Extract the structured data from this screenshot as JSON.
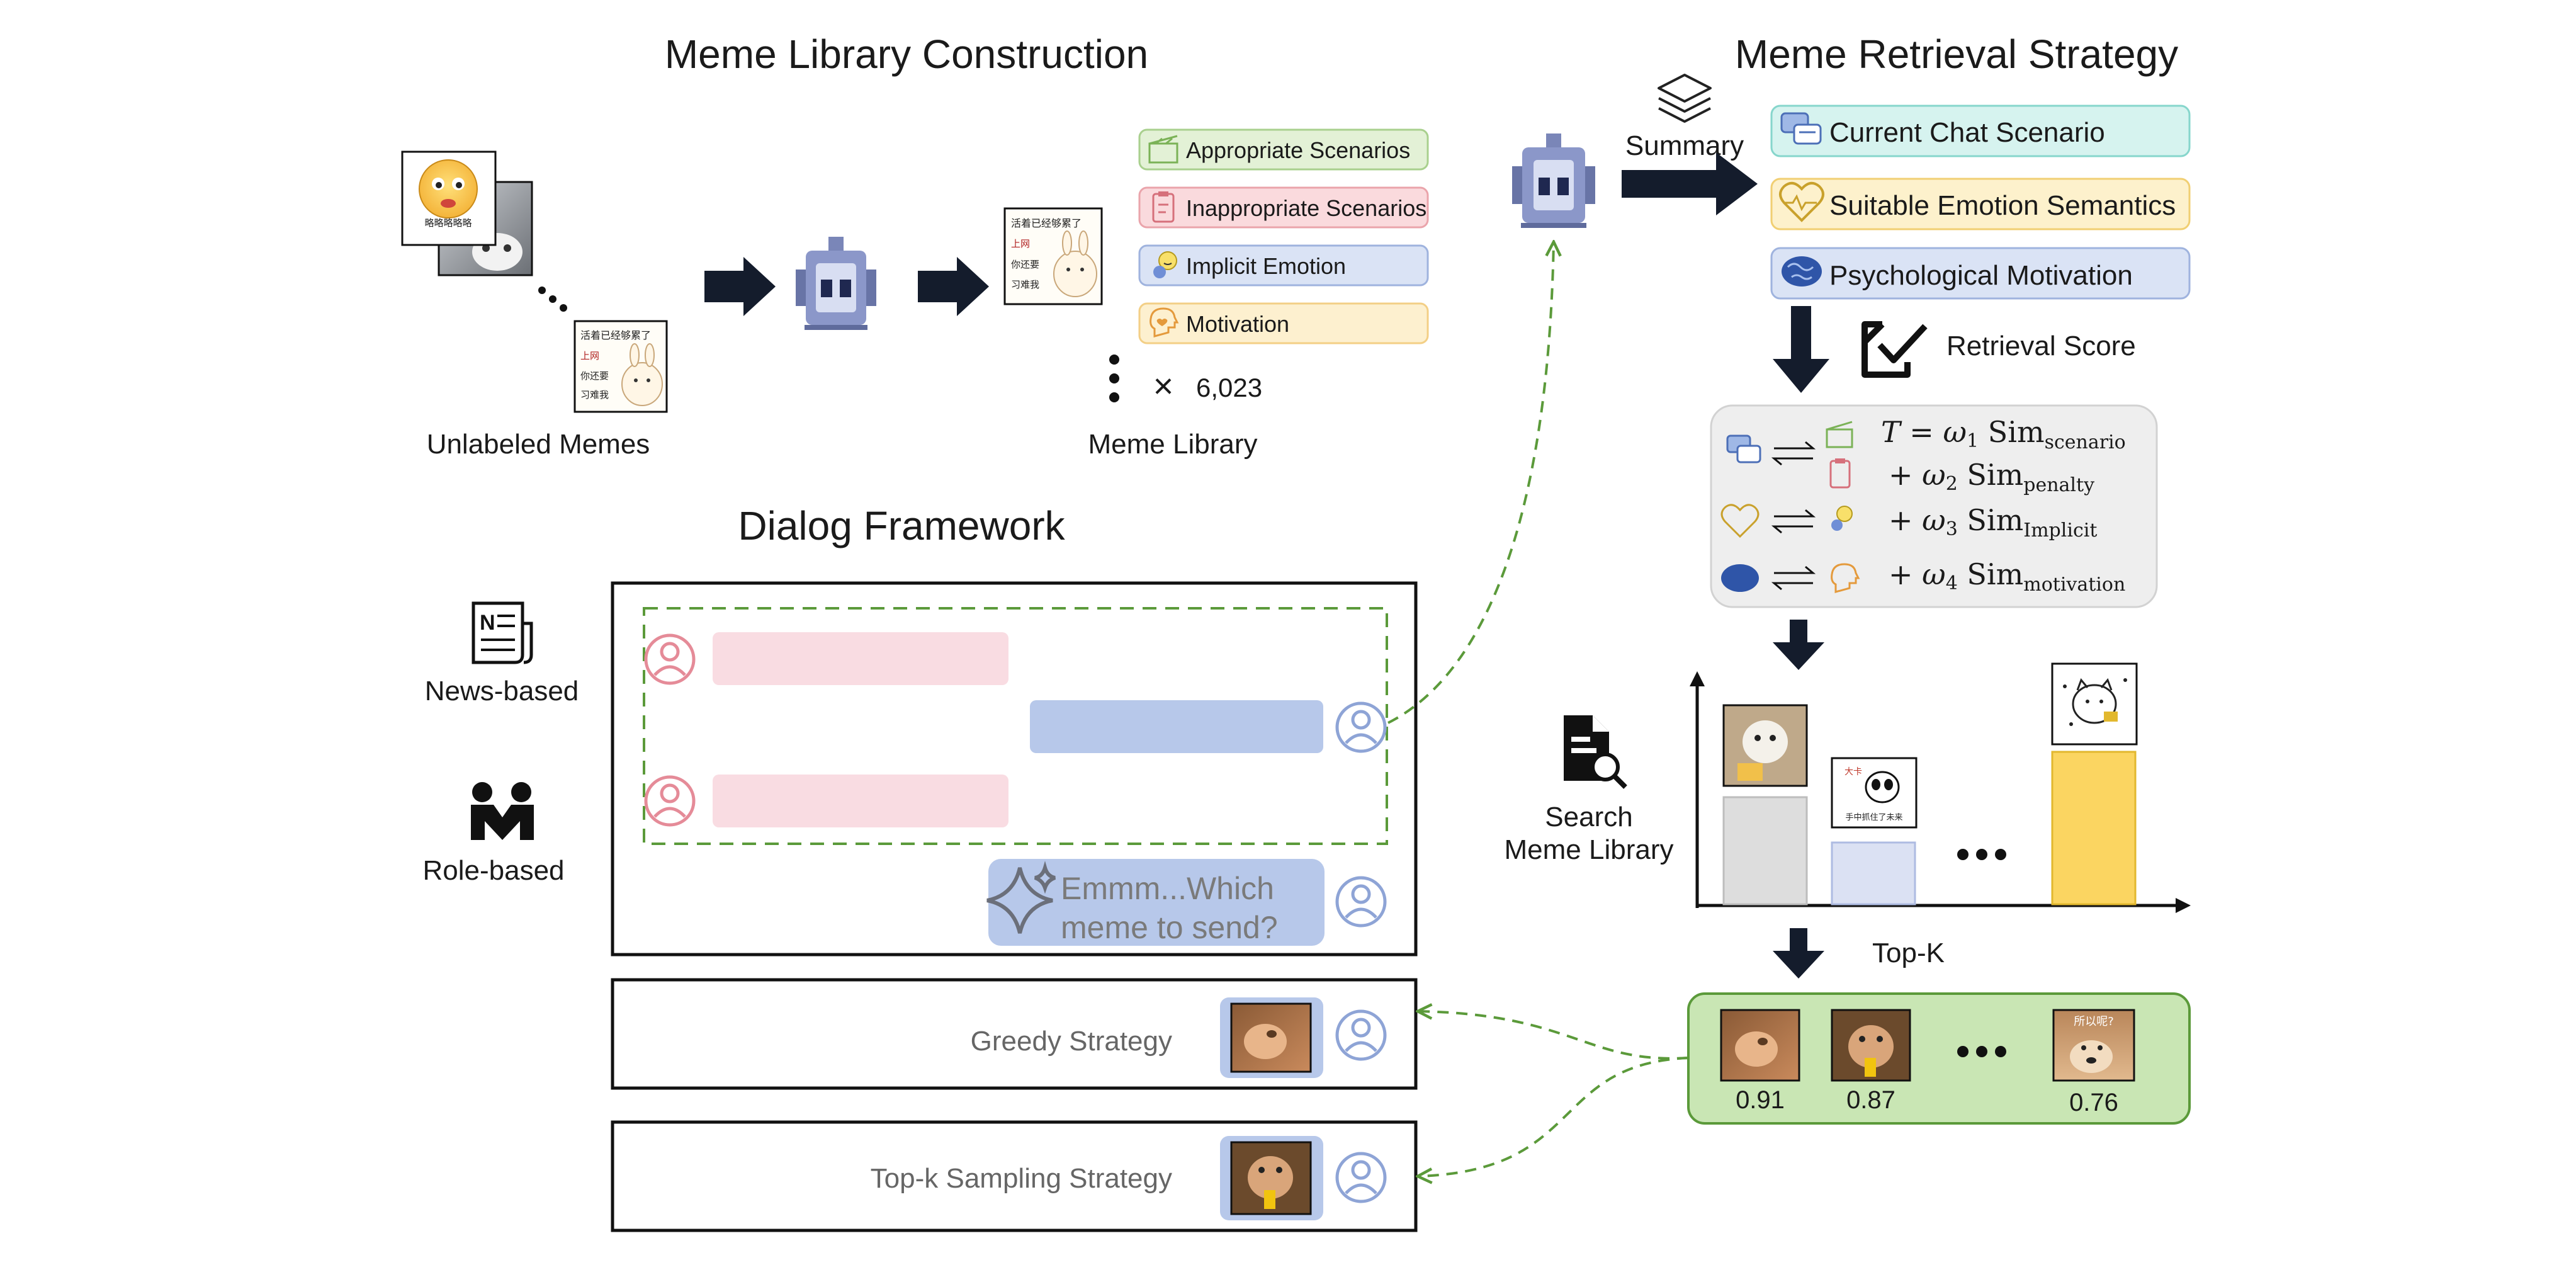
{
  "titles": {
    "library": "Meme Library Construction",
    "retrieval": "Meme Retrieval Strategy",
    "dialog": "Dialog Framework"
  },
  "library": {
    "unlabeled_label": "Unlabeled Memes",
    "library_label": "Meme Library",
    "count": "6,023",
    "times": "×",
    "meme_face_text": "略略略略略",
    "meme_text_lines": [
      "活着已经够累了",
      "上网",
      "你还要",
      "习难我"
    ],
    "tags": [
      {
        "label": "Appropriate Scenarios",
        "bg": "#e3f1d6",
        "border": "#a9d08e",
        "icon": "clapperboard-icon"
      },
      {
        "label": "Inappropriate Scenarios",
        "bg": "#fadadd",
        "border": "#eaa4ab",
        "icon": "clipboard-icon"
      },
      {
        "label": "Implicit Emotion",
        "bg": "#dae3f5",
        "border": "#9fb3de",
        "icon": "emotion-face-icon"
      },
      {
        "label": "Motivation",
        "bg": "#fdf0cf",
        "border": "#f3cf86",
        "icon": "head-heart-icon"
      }
    ]
  },
  "retrieval": {
    "summary_label": "Summary",
    "queries": [
      {
        "label": "Current Chat Scenario",
        "bg": "#d6f3ef",
        "border": "#86d6cc",
        "icon": "chat-bubbles-icon"
      },
      {
        "label": "Suitable Emotion Semantics",
        "bg": "#fdf1cc",
        "border": "#f1cf73",
        "icon": "heart-pulse-icon"
      },
      {
        "label": "Psychological Motivation",
        "bg": "#dae3f5",
        "border": "#9fb3de",
        "icon": "brain-icon"
      }
    ],
    "score_label": "Retrieval Score",
    "formula": [
      {
        "prefix": "T  =  ",
        "weight": "ω",
        "sub_w": "1",
        "sim": "Sim",
        "sub": "scenario"
      },
      {
        "prefix": "+ ",
        "weight": "ω",
        "sub_w": "2",
        "sim": "Sim",
        "sub": "penalty"
      },
      {
        "prefix": "+ ",
        "weight": "ω",
        "sub_w": "3",
        "sim": "Sim",
        "sub": "Implicit"
      },
      {
        "prefix": "+ ",
        "weight": "ω",
        "sub_w": "4",
        "sim": "Sim",
        "sub": "motivation"
      }
    ],
    "search_label_1": "Search",
    "search_label_2": "Meme Library",
    "bar_meme_text_1": "大卡",
    "bar_meme_text_2": "手中抓住了未来",
    "topk_label": "Top-K",
    "topk_scores": [
      "0.91",
      "0.87",
      "0.76"
    ],
    "topk_meme_text": "所以呢?",
    "ellipsis": "..."
  },
  "dialog": {
    "news_label": "News-based",
    "role_label": "Role-based",
    "thought": "Emmm...Which\nmeme to send?",
    "thought_line1": "Emmm...Which",
    "thought_line2": "meme to send?",
    "greedy": "Greedy Strategy",
    "topk_sampling": "Top-k Sampling Strategy"
  },
  "colors": {
    "pink_bubble": "#f9dce2",
    "blue_bubble": "#b7c8ea",
    "green_dash": "#5b9a3a",
    "navy_arrow": "#141c2c",
    "topk_panel": "#c9e6b4",
    "gold_bar": "#fbd561"
  }
}
